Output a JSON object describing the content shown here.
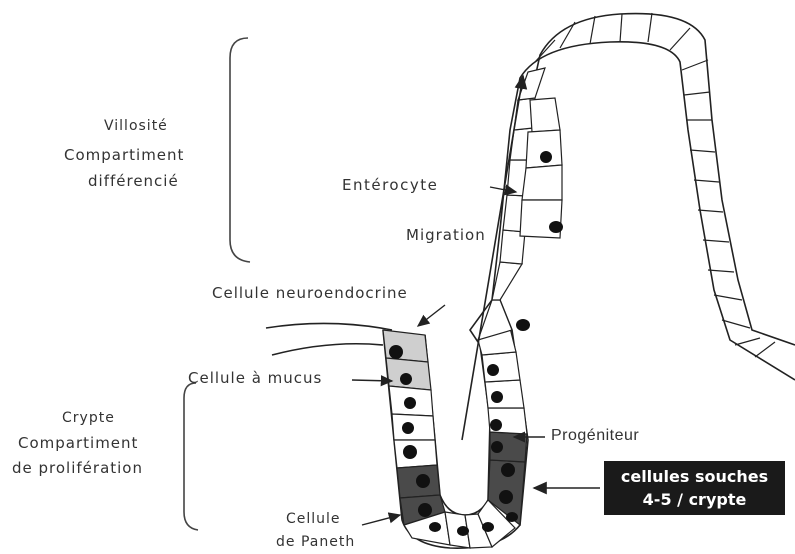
{
  "labels": {
    "villosite": "Villosité",
    "compartiment_diff_1": "Compartiment",
    "compartiment_diff_2": "différencié",
    "enterocyte": "Entérocyte",
    "migration": "Migration",
    "neuroendocrine": "Cellule neuroendocrine",
    "mucus": "Cellule à mucus",
    "crypte": "Crypte",
    "compartiment_prolif_1": "Compartiment",
    "compartiment_prolif_2": "de prolifération",
    "progeniteur": "Progéniteur",
    "paneth_1": "Cellule",
    "paneth_2": "de Paneth"
  },
  "badge": {
    "line1": "cellules souches",
    "line2": "4-5 / crypte"
  },
  "colors": {
    "outline": "#222222",
    "nucleus": "#111111",
    "shaded_cell": "#cfcfcf",
    "dark_cell": "#4a4a4a",
    "badge_bg": "#1a1a1a"
  }
}
